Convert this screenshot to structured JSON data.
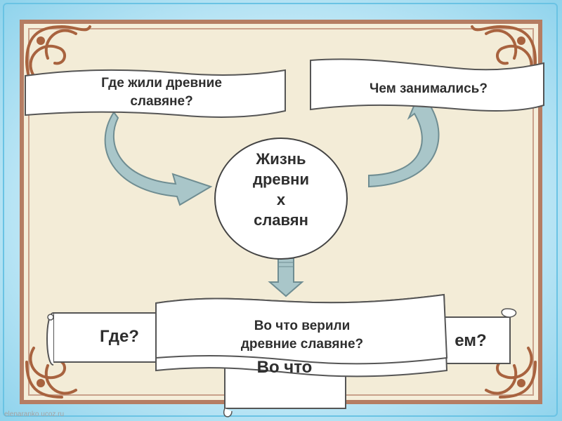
{
  "diagram": {
    "center": "Жизнь древни х славян",
    "center_lines": [
      "Жизнь",
      "древни",
      "х",
      "славян"
    ],
    "banner_left": "Где жили древние славяне?",
    "banner_left_lines": [
      "Где жили древние",
      "славяне?"
    ],
    "banner_right": "Чем занимались?",
    "banner_bottom_lines": [
      "Во что верили",
      "древние славяне?"
    ],
    "scroll_left": "Где?",
    "scroll_right": "Чем?",
    "scroll_right_visible": "ем?",
    "scroll_bottom": "Во что?",
    "scroll_bottom_visible": "Во что"
  },
  "watermark": "elenaranko.ucoz.ru",
  "colors": {
    "frame_blue": "#8fd3ec",
    "panel": "#f3ecd7",
    "panel_border": "#b57d63",
    "arrow_fill": "#a9c6c9",
    "ornament": "#a8633f"
  }
}
